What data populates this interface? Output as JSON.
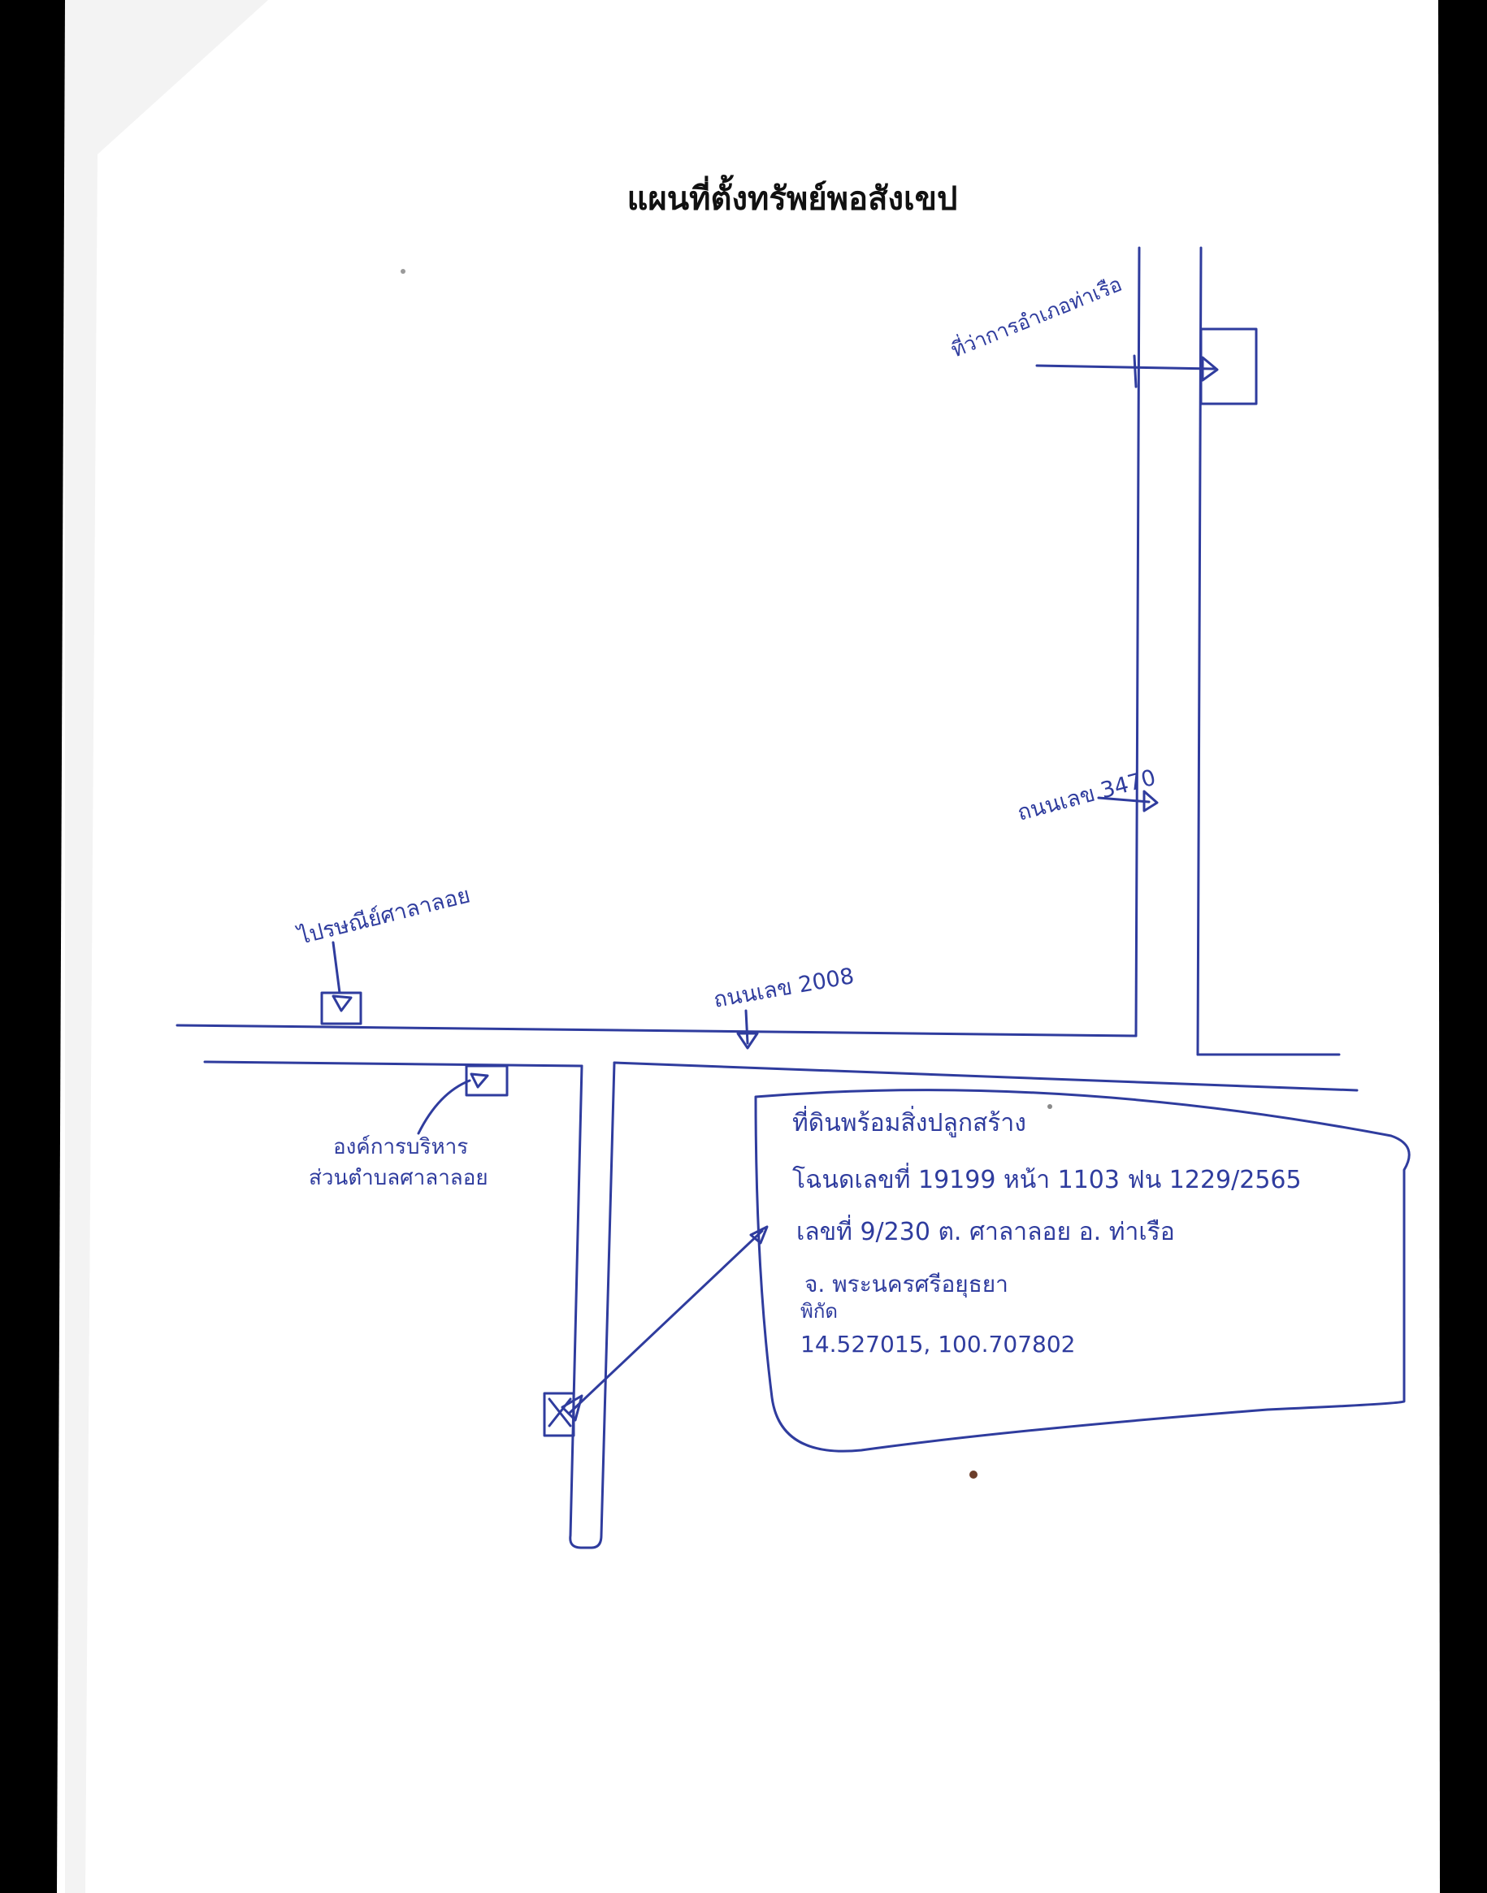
{
  "title": "แผนที่ตั้งทรัพย์พอสังเขป",
  "labels": {
    "district_office": "ที่ว่าการอำเภอท่าเรือ",
    "road_3470": "ถนนเลข 3470",
    "road_2008": "ถนนเลข 2008",
    "post_office": "ไปรษณีย์ศาลาลอย",
    "tao_office_line1": "องค์การบริหาร",
    "tao_office_line2": "ส่วนตำบลศาลาลอย"
  },
  "info_box": {
    "line1": "ที่ดินพร้อมสิ่งปลูกสร้าง",
    "line2": "โฉนดเลขที่ 19199 หน้า 1103 ฟน 1229/2565",
    "line3": "เลขที่ 9/230 ต. ศาลาลอย อ. ท่าเรือ",
    "line4": "จ. พระนครศรีอยุธยา",
    "line5_label": "พิกัด",
    "line5_value": "14.527015, 100.707802"
  },
  "colors": {
    "ink": "#2f3c9e",
    "paper": "#ffffff",
    "title": "#111111"
  }
}
